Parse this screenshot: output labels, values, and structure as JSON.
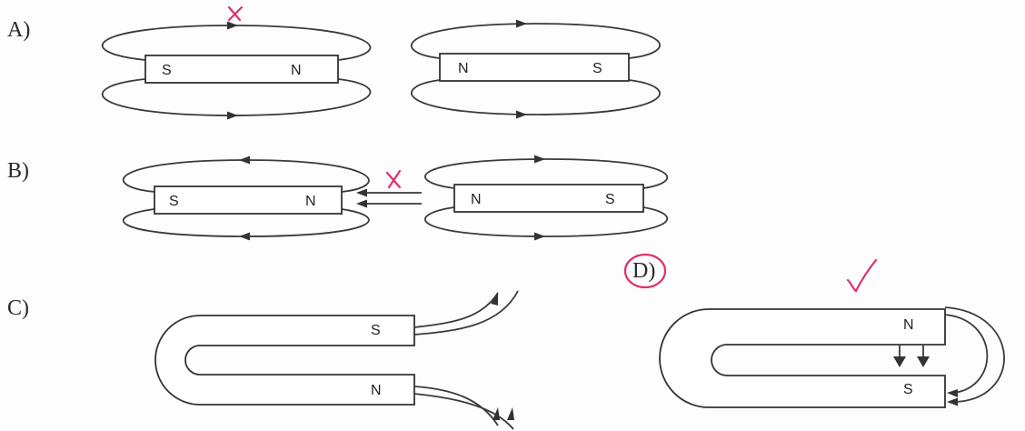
{
  "options": [
    {
      "label": "A)",
      "magnets": [
        [
          "S",
          "N"
        ],
        [
          "N",
          "S"
        ]
      ],
      "mark": "x"
    },
    {
      "label": "B)",
      "magnets": [
        [
          "S",
          "N"
        ],
        [
          "N",
          "S"
        ]
      ],
      "mark": "x"
    },
    {
      "label": "C)",
      "magnets": [
        [
          "S",
          "N"
        ]
      ],
      "mark": ""
    },
    {
      "label": "D)",
      "magnets": [
        [
          "N",
          "S"
        ]
      ],
      "mark": "check",
      "circled": true
    }
  ],
  "colors": {
    "ink": "#333333",
    "annotation": "#e0306a"
  }
}
